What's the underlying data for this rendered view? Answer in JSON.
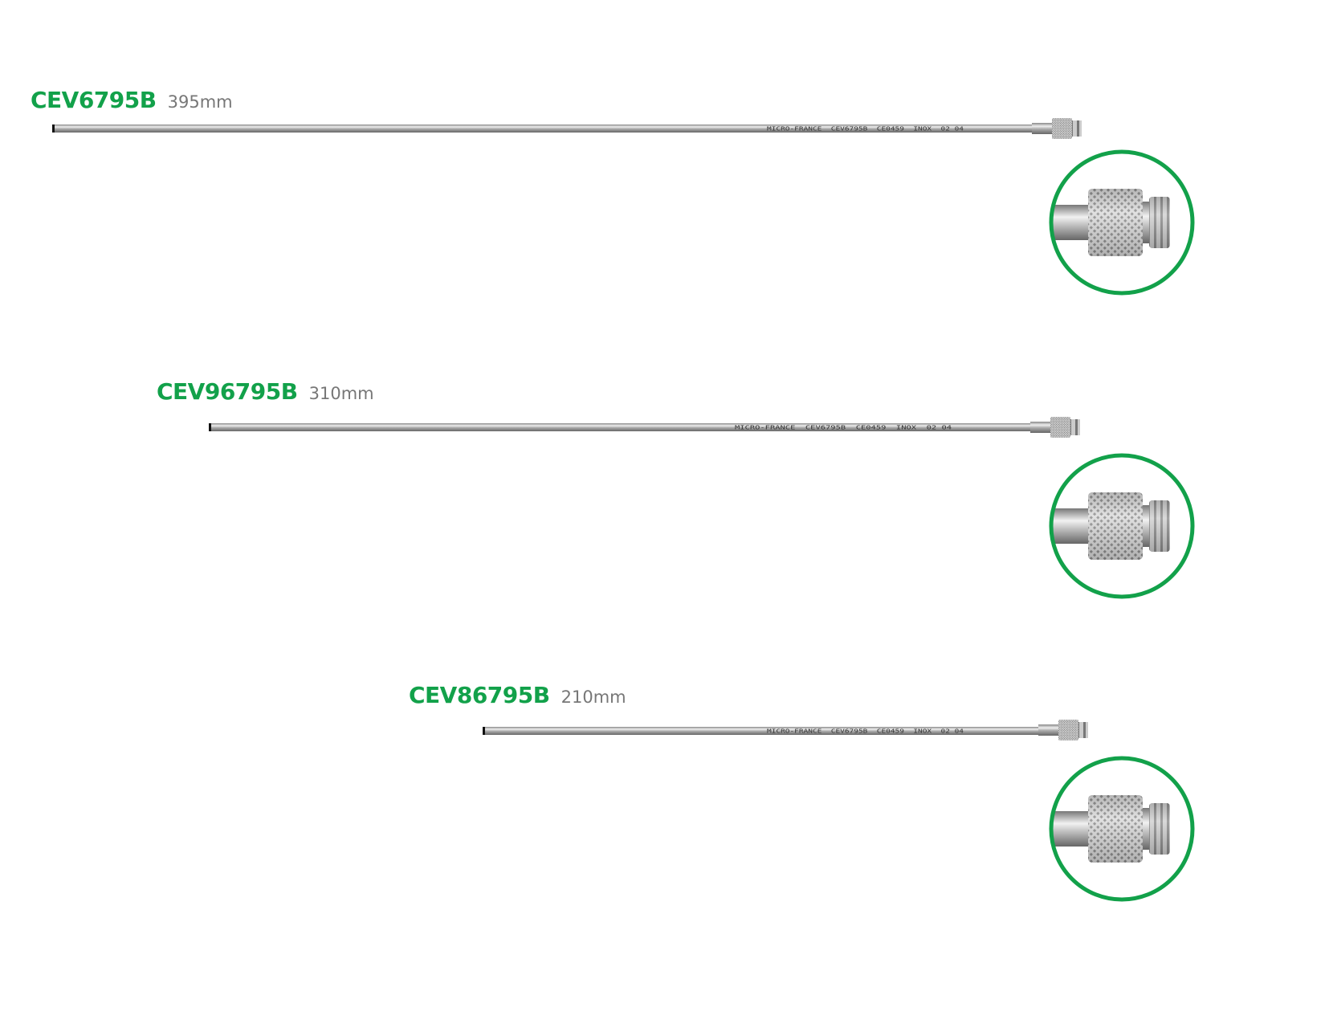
{
  "accent_color": "#12a14a",
  "products": [
    {
      "code": "CEV6795B",
      "length": "395mm",
      "engraving": "MICRO-FRANCE  CEV6795B  CE0459  INOX  02 04"
    },
    {
      "code": "CEV96795B",
      "length": "310mm",
      "engraving": "MICRO-FRANCE  CEV6795B  CE0459  INOX  02 04"
    },
    {
      "code": "CEV86795B",
      "length": "210mm",
      "engraving": "MICRO-FRANCE  CEV6795B  CE0459  INOX  02 04"
    }
  ]
}
